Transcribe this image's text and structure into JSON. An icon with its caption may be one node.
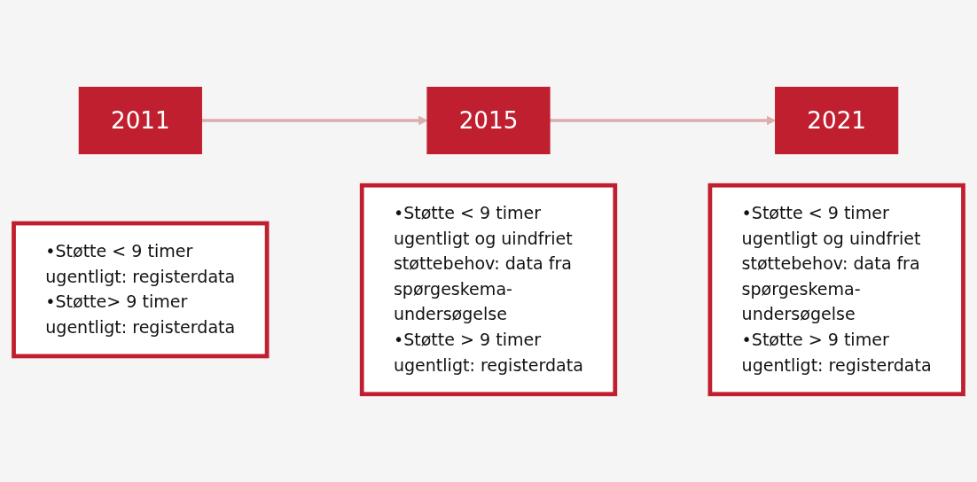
{
  "diagram": {
    "nodes": [
      {
        "text": [
          "2011"
        ]
      },
      {
        "text": [
          "•Støtte < 9 timer ugentligt: registerdata",
          "•Støtte> 9 timer ugentligt: registerdata"
        ]
      },
      {
        "text": [
          "2015"
        ]
      },
      {
        "text": [
          "•Støtte < 9 timer ugentligt og uindfriet støttebehov: data fra spørgeskema-undersøgelse",
          "•Støtte > 9 timer ugentligt: registerdata"
        ]
      },
      {
        "text": [
          "2021"
        ]
      },
      {
        "text": [
          "•Støtte < 9 timer ugentligt og uindfriet støttebehov: data fra spørgeskema-undersøgelse",
          "•Støtte > 9 timer ugentligt: registerdata"
        ]
      }
    ],
    "edges": [
      {
        "from": 0,
        "to": 2,
        "arrow": "to"
      },
      {
        "from": 2,
        "to": 4,
        "arrow": "to"
      }
    ]
  }
}
